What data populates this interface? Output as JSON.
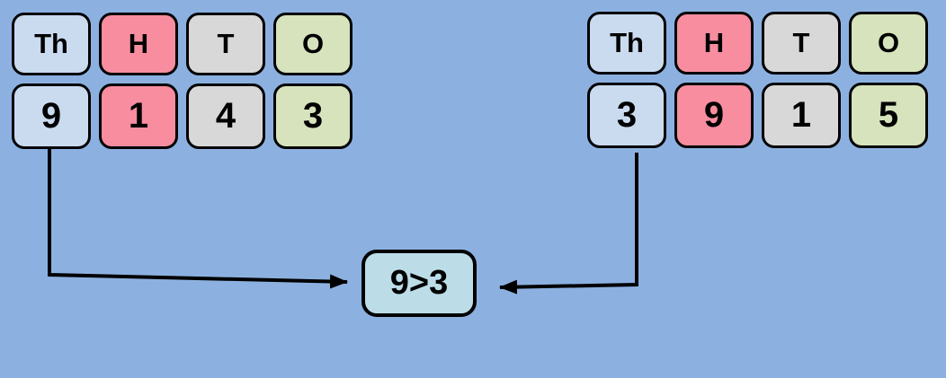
{
  "colors": {
    "background": "#8cb1e1",
    "thousands_cell": "#cadbf0",
    "hundreds_cell": "#f88da0",
    "tens_cell": "#d8d8d8",
    "ones_cell": "#d6e3bc",
    "comparison_box": "#bcdde8",
    "line": "#000000"
  },
  "left_number": {
    "headers": [
      "Th",
      "H",
      "T",
      "O"
    ],
    "digits": [
      "9",
      "1",
      "4",
      "3"
    ]
  },
  "right_number": {
    "headers": [
      "Th",
      "H",
      "T",
      "O"
    ],
    "digits": [
      "3",
      "9",
      "1",
      "5"
    ]
  },
  "comparison": {
    "label": "9>3"
  }
}
